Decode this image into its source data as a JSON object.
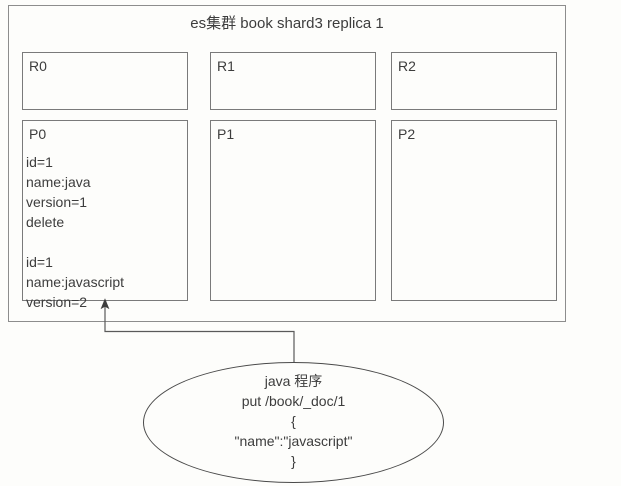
{
  "diagram": {
    "background_color": "#fdfdfb",
    "line_color": "#7a7a7a",
    "text_color": "#3d3d3d",
    "cluster": {
      "title": "es集群 book shard3 replica 1",
      "replica_shards": [
        {
          "label": "R0"
        },
        {
          "label": "R1"
        },
        {
          "label": "R2"
        }
      ],
      "primary_shards": [
        {
          "label": "P0"
        },
        {
          "label": "P1"
        },
        {
          "label": "P2"
        }
      ]
    },
    "p0_document": {
      "old_version": {
        "id": "id=1",
        "name": "name:java",
        "version": "version=1",
        "state": "delete"
      },
      "new_version": {
        "id": "id=1",
        "name": "name:javascript",
        "version": "version=2"
      },
      "lines": "id=1\nname:java\nversion=1\ndelete\n\nid=1\nname:javascript\nversion=2"
    },
    "client_note": {
      "title": "java 程序",
      "request": "put /book/_doc/1",
      "body_open": "{",
      "body_field": "\"name\":\"javascript\"",
      "body_close": "}",
      "text": "java 程序\nput /book/_doc/1\n{\n\"name\":\"javascript\"\n}"
    },
    "connector": {
      "label": "",
      "arrow_target": "P0",
      "arrowhead": "arrow-up-icon"
    }
  }
}
